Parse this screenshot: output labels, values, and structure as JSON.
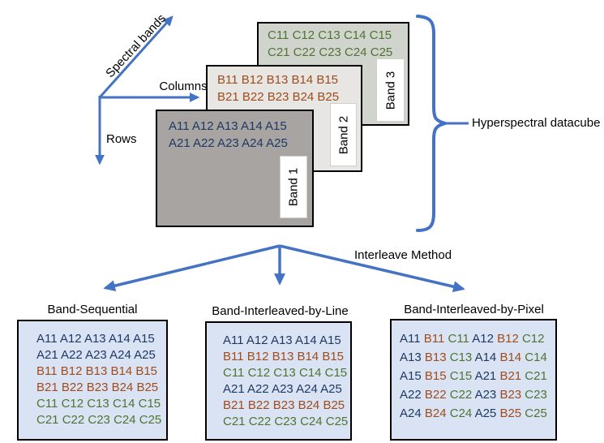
{
  "colors": {
    "arrow": "#4472C4",
    "box_bg": "#DAE3F3",
    "band_colors": {
      "A": "#1F3864",
      "B": "#9E4B1E",
      "C": "#4E7433"
    }
  },
  "axes": {
    "spectral_label": "Spectral bands",
    "columns_label": "Columns",
    "rows_label": "Rows"
  },
  "cube": {
    "brace_label": "Hyperspectral datacube",
    "bands": [
      {
        "label": "Band 1",
        "bg": "#A7A4A1",
        "text_color": "#1F3864",
        "rows": [
          "A11 A12 A13 A14 A15",
          "A21 A22 A23 A24 A25"
        ]
      },
      {
        "label": "Band 2",
        "bg": "#E8E6E3",
        "text_color": "#9E4B1E",
        "rows": [
          "B11 B12 B13 B14 B15",
          "B21 B22 B23 B24 B25"
        ]
      },
      {
        "label": "Band 3",
        "bg": "#D1D3CD",
        "text_color": "#4E7433",
        "rows": [
          "C11 C12 C13 C14 C15",
          "C21 C22 C23 C24 C25"
        ]
      }
    ]
  },
  "interleave": {
    "label": "Interleave Method",
    "methods": [
      {
        "title": "Band-Sequential",
        "lines": [
          [
            "A11",
            "A12",
            "A13",
            "A14",
            "A15"
          ],
          [
            "A21",
            "A22",
            "A23",
            "A24",
            "A25"
          ],
          [
            "B11",
            "B12",
            "B13",
            "B14",
            "B15"
          ],
          [
            "B21",
            "B22",
            "B23",
            "B24",
            "B25"
          ],
          [
            "C11",
            "C12",
            "C13",
            "C14",
            "C15"
          ],
          [
            "C21",
            "C22",
            "C23",
            "C24",
            "C25"
          ]
        ]
      },
      {
        "title": "Band-Interleaved-by-Line",
        "lines": [
          [
            "A11",
            "A12",
            "A13",
            "A14",
            "A15"
          ],
          [
            "B11",
            "B12",
            "B13",
            "B14",
            "B15"
          ],
          [
            "C11",
            "C12",
            "C13",
            "C14",
            "C15"
          ],
          [
            "A21",
            "A22",
            "A23",
            "A24",
            "A25"
          ],
          [
            "B21",
            "B22",
            "B23",
            "B24",
            "B25"
          ],
          [
            "C21",
            "C22",
            "C23",
            "C24",
            "C25"
          ]
        ]
      },
      {
        "title": "Band-Interleaved-by-Pixel",
        "lines": [
          [
            "A11",
            "B11",
            "C11",
            "A12",
            "B12",
            "C12"
          ],
          [
            "A13",
            "B13",
            "C13",
            "A14",
            "B14",
            "C14"
          ],
          [
            "A15",
            "B15",
            "C15",
            "A21",
            "B21",
            "C21"
          ],
          [
            "A22",
            "B22",
            "C22",
            "A23",
            "B23",
            "C23"
          ],
          [
            "A24",
            "B24",
            "C24",
            "A25",
            "B25",
            "C25"
          ]
        ]
      }
    ]
  }
}
